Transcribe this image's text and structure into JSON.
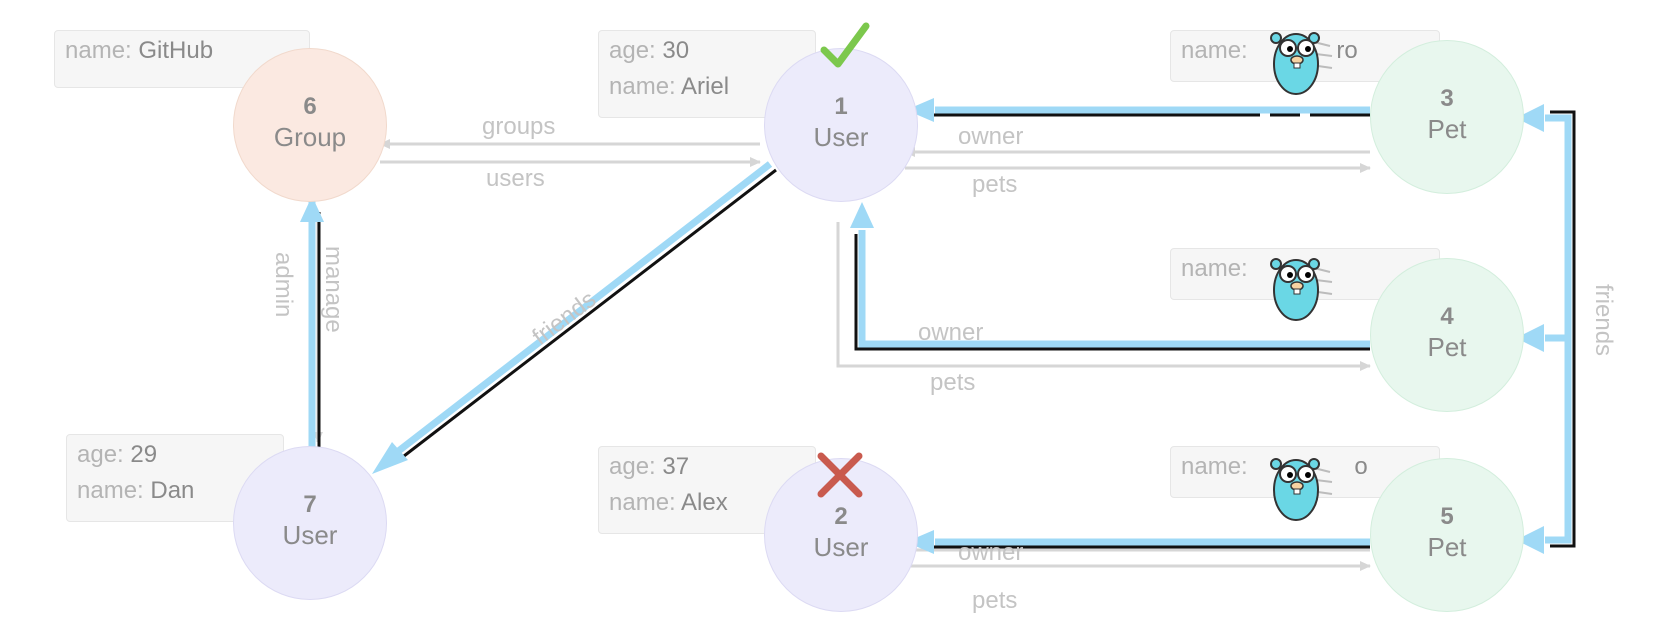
{
  "nodes": {
    "n1": {
      "id": "1",
      "type": "User"
    },
    "n2": {
      "id": "2",
      "type": "User"
    },
    "n3": {
      "id": "3",
      "type": "Pet"
    },
    "n4": {
      "id": "4",
      "type": "Pet"
    },
    "n5": {
      "id": "5",
      "type": "Pet"
    },
    "n6": {
      "id": "6",
      "type": "Group"
    },
    "n7": {
      "id": "7",
      "type": "User"
    }
  },
  "props": {
    "p6": [
      {
        "k": "name:",
        "v": "GitHub"
      }
    ],
    "p1": [
      {
        "k": "age:",
        "v": "30"
      },
      {
        "k": "name:",
        "v": "Ariel"
      }
    ],
    "p7": [
      {
        "k": "age:",
        "v": "29"
      },
      {
        "k": "name:",
        "v": "Dan"
      }
    ],
    "p2": [
      {
        "k": "age:",
        "v": "37"
      },
      {
        "k": "name:",
        "v": "Alex"
      }
    ],
    "p3": [
      {
        "k": "name:",
        "v": "ro"
      }
    ],
    "p4": [
      {
        "k": "name:",
        "v": ""
      }
    ],
    "p5": [
      {
        "k": "name:",
        "v": "o"
      }
    ]
  },
  "edges": {
    "groups": "groups",
    "users": "users",
    "admin": "admin",
    "manage": "manage",
    "friends_left": "friends",
    "friends_right": "friends",
    "owner1": "owner",
    "pets1": "pets",
    "owner2": "owner",
    "pets2": "pets",
    "owner3": "owner",
    "pets3": "pets"
  },
  "status": {
    "node1": "check",
    "node2": "cross"
  },
  "icons": [
    "gopher-mascot-icon",
    "check-mark-icon",
    "cross-mark-icon"
  ],
  "colors": {
    "highlight": "#9fd9f6",
    "edge": "#d6d6d6",
    "check": "#7cc84d",
    "cross": "#c95a4e"
  }
}
